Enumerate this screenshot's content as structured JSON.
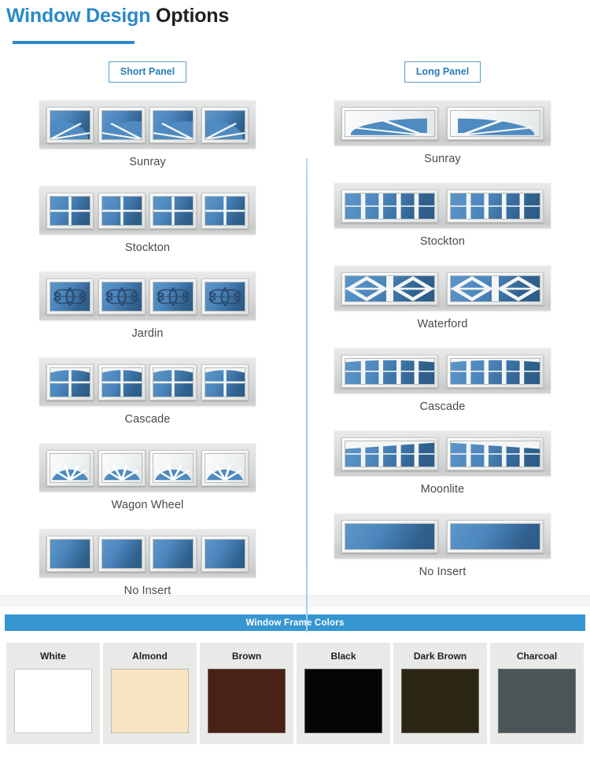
{
  "header": {
    "title_primary": "Window Design",
    "title_secondary": "Options"
  },
  "columns": [
    {
      "key": "short",
      "badge": "Short Panel",
      "designs": [
        {
          "label": "Sunray",
          "pattern": "sunray-short",
          "windows": 4,
          "glass": "blue"
        },
        {
          "label": "Stockton",
          "pattern": "stockton-2x2",
          "windows": 4,
          "glass": "blue"
        },
        {
          "label": "Jardin",
          "pattern": "jardin",
          "windows": 4,
          "glass": "blue"
        },
        {
          "label": "Cascade",
          "pattern": "cascade-short",
          "windows": 4,
          "glass": "blue"
        },
        {
          "label": "Wagon Wheel",
          "pattern": "wagon-wheel",
          "windows": 4,
          "glass": "white"
        },
        {
          "label": "No Insert",
          "pattern": "plain",
          "windows": 4,
          "glass": "blue"
        }
      ]
    },
    {
      "key": "long",
      "badge": "Long Panel",
      "designs": [
        {
          "label": "Sunray",
          "pattern": "sunray-long",
          "windows": 2,
          "glass": "white"
        },
        {
          "label": "Stockton",
          "pattern": "stockton-5x2",
          "windows": 2,
          "glass": "blue"
        },
        {
          "label": "Waterford",
          "pattern": "waterford",
          "windows": 2,
          "glass": "blue"
        },
        {
          "label": "Cascade",
          "pattern": "cascade-long",
          "windows": 2,
          "glass": "blue"
        },
        {
          "label": "Moonlite",
          "pattern": "moonlite",
          "windows": 2,
          "glass": "blue"
        },
        {
          "label": "No Insert",
          "pattern": "plain",
          "windows": 2,
          "glass": "blue"
        }
      ]
    }
  ],
  "frame_colors": {
    "heading": "Window Frame Colors",
    "swatches": [
      {
        "name": "White",
        "hex": "#FFFFFF"
      },
      {
        "name": "Almond",
        "hex": "#F9E4C2"
      },
      {
        "name": "Brown",
        "hex": "#4A2117"
      },
      {
        "name": "Black",
        "hex": "#050505"
      },
      {
        "name": "Dark Brown",
        "hex": "#2B2614"
      },
      {
        "name": "Charcoal",
        "hex": "#4B5456"
      }
    ]
  },
  "theme": {
    "accent_blue": "#2a8ac9",
    "bar_blue": "#3696d2",
    "glass_blue": "#3d74a8",
    "label_gray": "#4a4a4a"
  }
}
